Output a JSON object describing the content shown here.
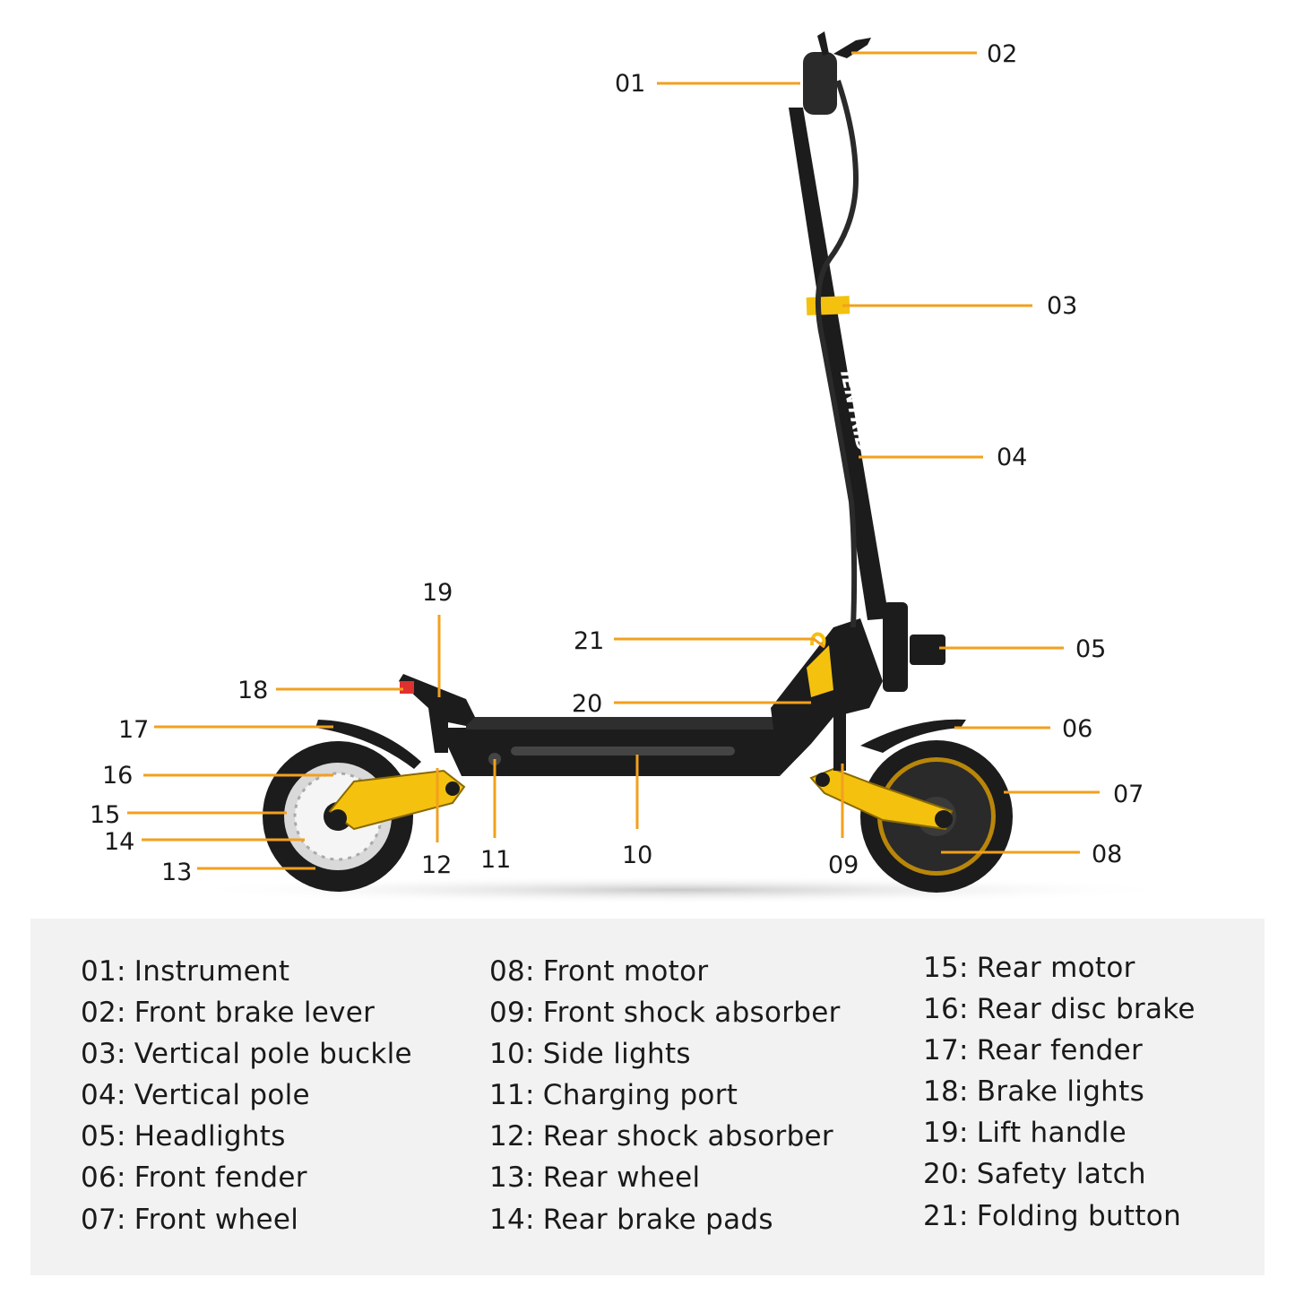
{
  "brand": {
    "pole_text": "IENYRID"
  },
  "colors": {
    "accent": "#f2a01e",
    "frame": "#1c1c1c",
    "yellow": "#f4c10f",
    "panel": "#f2f2f2"
  },
  "callouts": [
    {
      "num": "01"
    },
    {
      "num": "02"
    },
    {
      "num": "03"
    },
    {
      "num": "04"
    },
    {
      "num": "05"
    },
    {
      "num": "06"
    },
    {
      "num": "07"
    },
    {
      "num": "08"
    },
    {
      "num": "09"
    },
    {
      "num": "10"
    },
    {
      "num": "11"
    },
    {
      "num": "12"
    },
    {
      "num": "13"
    },
    {
      "num": "14"
    },
    {
      "num": "15"
    },
    {
      "num": "16"
    },
    {
      "num": "17"
    },
    {
      "num": "18"
    },
    {
      "num": "19"
    },
    {
      "num": "20"
    },
    {
      "num": "21"
    }
  ],
  "legend": {
    "separator": ":",
    "items": [
      {
        "num": "01",
        "label": "Instrument"
      },
      {
        "num": "02",
        "label": "Front brake lever"
      },
      {
        "num": "03",
        "label": "Vertical pole buckle"
      },
      {
        "num": "04",
        "label": "Vertical pole"
      },
      {
        "num": "05",
        "label": "Headlights"
      },
      {
        "num": "06",
        "label": "Front fender"
      },
      {
        "num": "07",
        "label": "Front wheel"
      },
      {
        "num": "08",
        "label": "Front motor"
      },
      {
        "num": "09",
        "label": "Front shock absorber"
      },
      {
        "num": "10",
        "label": "Side lights"
      },
      {
        "num": "11",
        "label": "Charging port"
      },
      {
        "num": "12",
        "label": "Rear shock absorber"
      },
      {
        "num": "13",
        "label": "Rear wheel"
      },
      {
        "num": "14",
        "label": "Rear brake pads"
      },
      {
        "num": "15",
        "label": "Rear motor"
      },
      {
        "num": "16",
        "label": "Rear disc brake"
      },
      {
        "num": "17",
        "label": "Rear fender"
      },
      {
        "num": "18",
        "label": "Brake lights"
      },
      {
        "num": "19",
        "label": "Lift handle"
      },
      {
        "num": "20",
        "label": "Safety latch"
      },
      {
        "num": "21",
        "label": "Folding button"
      }
    ]
  }
}
